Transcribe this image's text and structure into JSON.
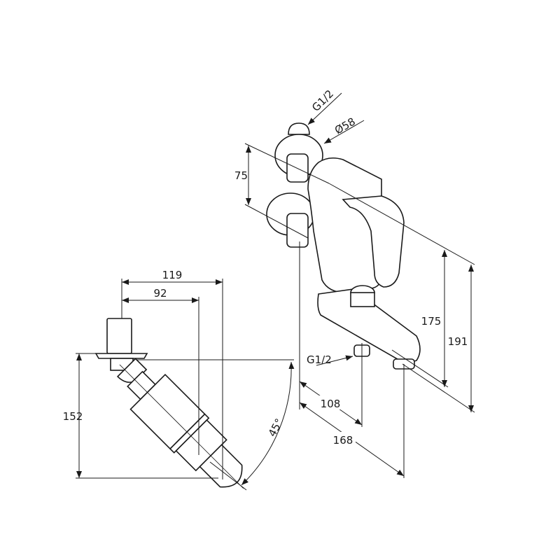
{
  "drawing": {
    "side_view": {
      "dim_width_total": "119",
      "dim_width_inner": "92",
      "dim_height": "152",
      "angle": "45°"
    },
    "iso_view": {
      "thread_top": "G1/2",
      "flange_diameter": "Ø58",
      "center_distance": "75",
      "height_spout": "175",
      "height_total": "191",
      "projection_inlet": "108",
      "projection_spout": "168",
      "thread_bottom": "G1/2"
    }
  }
}
